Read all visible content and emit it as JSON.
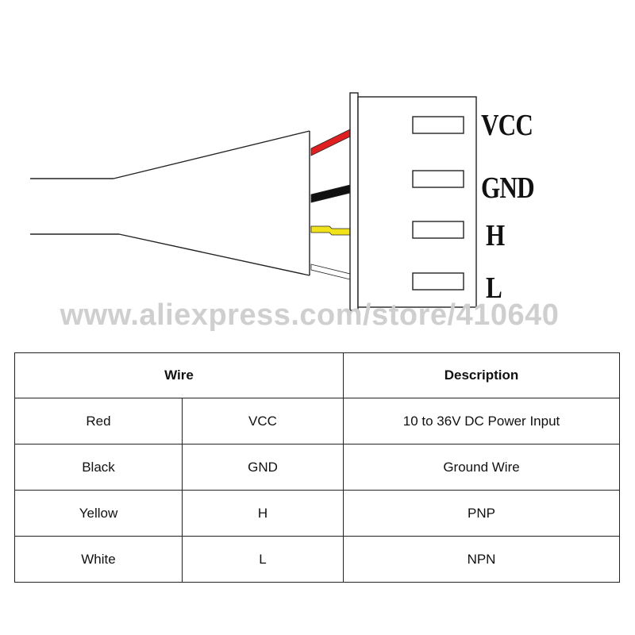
{
  "diagram": {
    "pins": [
      {
        "label": "VCC",
        "wire_color": "#e02020"
      },
      {
        "label": "GND",
        "wire_color": "#111111"
      },
      {
        "label": "H",
        "wire_color": "#f2e21a"
      },
      {
        "label": "L",
        "wire_color": "#ffffff"
      }
    ],
    "watermark": "www.aliexpress.com/store/410640"
  },
  "table": {
    "headers": {
      "wire": "Wire",
      "description": "Description"
    },
    "rows": [
      {
        "color": "Red",
        "pin": "VCC",
        "description": "10 to 36V DC Power Input"
      },
      {
        "color": "Black",
        "pin": "GND",
        "description": "Ground Wire"
      },
      {
        "color": "Yellow",
        "pin": "H",
        "description": "PNP"
      },
      {
        "color": "White",
        "pin": "L",
        "description": "NPN"
      }
    ]
  }
}
